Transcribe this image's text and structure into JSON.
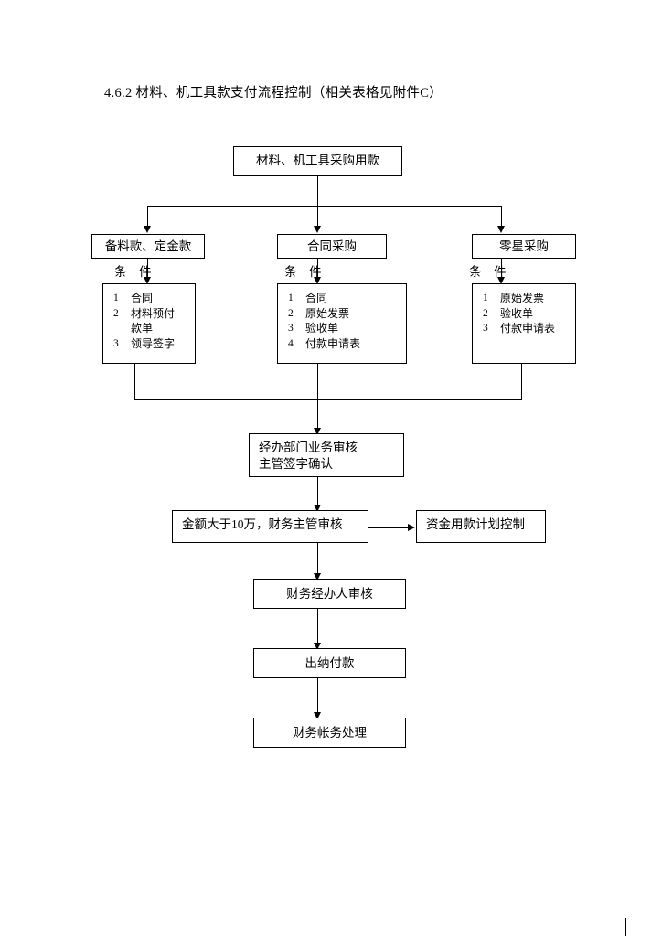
{
  "document": {
    "section_title": "4.6.2 材料、机工具款支付流程控制（相关表格见附件C）"
  },
  "flowchart": {
    "type": "flowchart",
    "start_node": {
      "id": "start",
      "label": "材料、机工具采购用款"
    },
    "branches": [
      {
        "id": "branch-prepayment",
        "label": "备料款、定金款",
        "condition_label": "条    件",
        "conditions": [
          {
            "num": "1",
            "text": "合同"
          },
          {
            "num": "2",
            "text": "材料预付\n款单"
          },
          {
            "num": "3",
            "text": "领导签字"
          }
        ]
      },
      {
        "id": "branch-contract",
        "label": "合同采购",
        "condition_label": "条    件",
        "conditions": [
          {
            "num": "1",
            "text": "合同"
          },
          {
            "num": "2",
            "text": "原始发票"
          },
          {
            "num": "3",
            "text": "验收单"
          },
          {
            "num": "4",
            "text": "付款申请表"
          }
        ]
      },
      {
        "id": "branch-sporadic",
        "label": "零星采购",
        "condition_label": "条    件",
        "conditions": [
          {
            "num": "1",
            "text": "原始发票"
          },
          {
            "num": "2",
            "text": "验收单"
          },
          {
            "num": "3",
            "text": "付款申请表"
          }
        ]
      }
    ],
    "steps": [
      {
        "id": "dept-review",
        "label": "经办部门业务审核\n主管签字确认"
      },
      {
        "id": "amount-check",
        "label": "金额大于10万，财务主管审核"
      },
      {
        "id": "finance-clerk-review",
        "label": "财务经办人审核"
      },
      {
        "id": "cashier-payment",
        "label": "出纳付款"
      },
      {
        "id": "accounting-process",
        "label": "财务帐务处理"
      }
    ],
    "side_step": {
      "id": "fund-plan-control",
      "label": "资金用款计划控制"
    },
    "colors": {
      "line": "#000000",
      "box_fill": "#ffffff",
      "text": "#000000",
      "page_background": "#ffffff"
    }
  }
}
